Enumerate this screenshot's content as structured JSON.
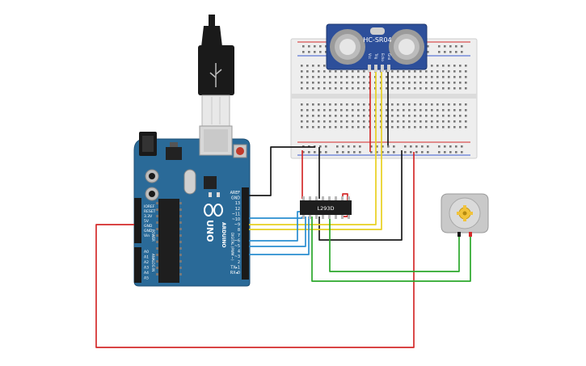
{
  "sensor": {
    "model": "HC-SR04",
    "pins": [
      "Vcc",
      "Trig",
      "Echo",
      "Gnd"
    ]
  },
  "driver": {
    "label": "L293D"
  },
  "arduino": {
    "brand": "ARDUINO",
    "model": "UNO",
    "power_header_title": "POWER",
    "analog_header_title": "ANALOG IN",
    "digital_header_title": "DIGITAL (PWM ~)",
    "power_pins": [
      "IOREF",
      "RESET",
      "3.3V",
      "5V",
      "GND",
      "GND",
      "Vin"
    ],
    "analog_pins": [
      "A0",
      "A1",
      "A2",
      "A3",
      "A4",
      "A5"
    ],
    "top_pins": [
      "AREF",
      "GND",
      "13",
      "12",
      "~11",
      "~10",
      "~9",
      "8",
      "7",
      "~6",
      "~5",
      "4",
      "~3",
      "2",
      "TX▸1",
      "RX◂0"
    ]
  },
  "colors": {
    "board": "#2a6a98",
    "wire_red": "#d42a2a",
    "wire_black": "#1a1a1a",
    "wire_yellow": "#e8d020",
    "wire_blue": "#2a8ed0",
    "wire_green": "#2ba82b",
    "motor_body": "#c9c9c9",
    "motor_gear": "#f2c33a"
  }
}
